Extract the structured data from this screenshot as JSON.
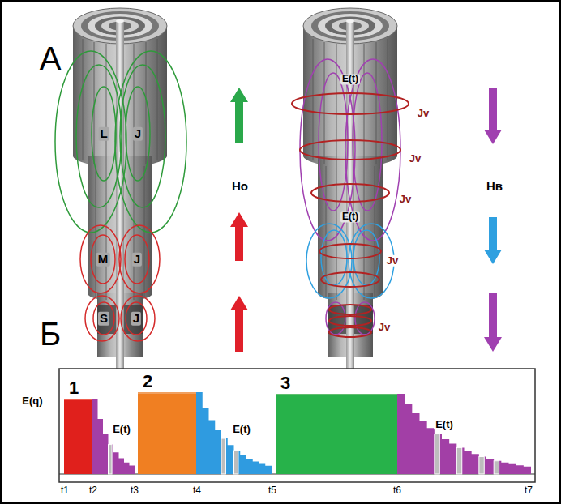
{
  "diagram": {
    "nodes": [
      {
        "text": [
          "1"
        ]
      },
      {
        "text": [
          "2"
        ]
      },
      {
        "text": [
          "3"
        ]
      }
    ],
    "labels": [
      "А",
      "Б",
      "L",
      "J",
      "M",
      "J",
      "S",
      "J",
      "Ho",
      "Hв",
      "E(t)",
      "E(t)",
      "Jv",
      "Jv",
      "Jv",
      "Jv",
      "Jv",
      "E(q)",
      "E(t)",
      "E(t)",
      "E(t)",
      "t1",
      "t2",
      "t3",
      "t4",
      "t5",
      "t6",
      "t7"
    ]
  }
}
